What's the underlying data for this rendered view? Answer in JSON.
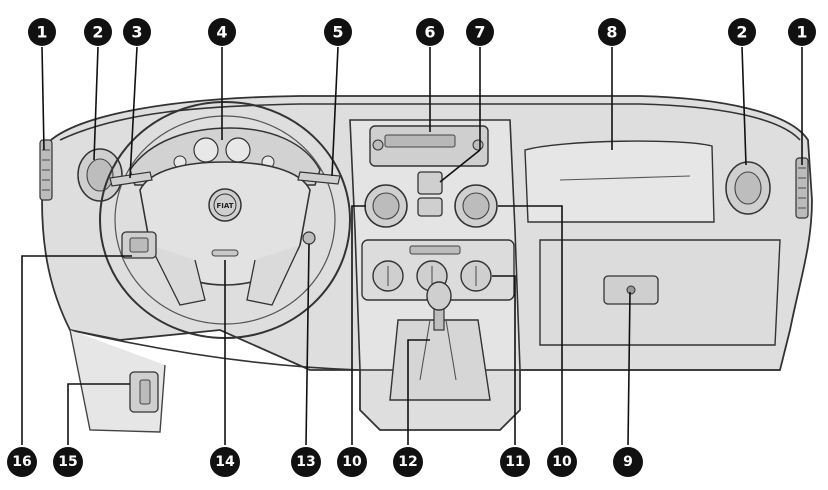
{
  "callouts_top": [
    "1",
    "2",
    "3",
    "4",
    "5",
    "6",
    "7",
    "8",
    "2",
    "1"
  ],
  "callouts_bottom": [
    "16",
    "15",
    "14",
    "13",
    "10",
    "12",
    "11",
    "10",
    "9"
  ],
  "colors": {
    "ink": "#111111",
    "panel_fill": "#dedede",
    "panel_light": "#ececec",
    "panel_dark": "#c9c9c9",
    "background": "#ffffff"
  },
  "icons": {
    "steering_logo": "fiat-logo-icon"
  }
}
